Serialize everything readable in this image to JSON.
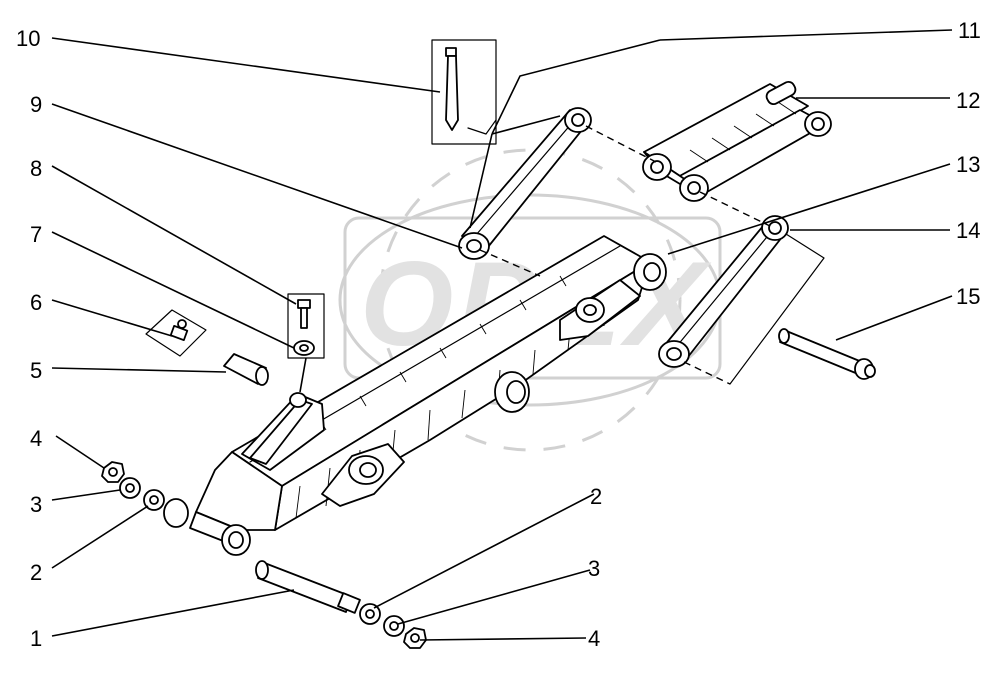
{
  "diagram": {
    "watermark_text": "OPEX",
    "callouts": {
      "c1": "1",
      "c2_left": "2",
      "c2_right": "2",
      "c3_left": "3",
      "c3_right": "3",
      "c4_left": "4",
      "c4_right": "4",
      "c5": "5",
      "c6": "6",
      "c7": "7",
      "c8": "8",
      "c9": "9",
      "c10": "10",
      "c11": "11",
      "c12": "12",
      "c13": "13",
      "c14": "14",
      "c15": "15"
    }
  }
}
